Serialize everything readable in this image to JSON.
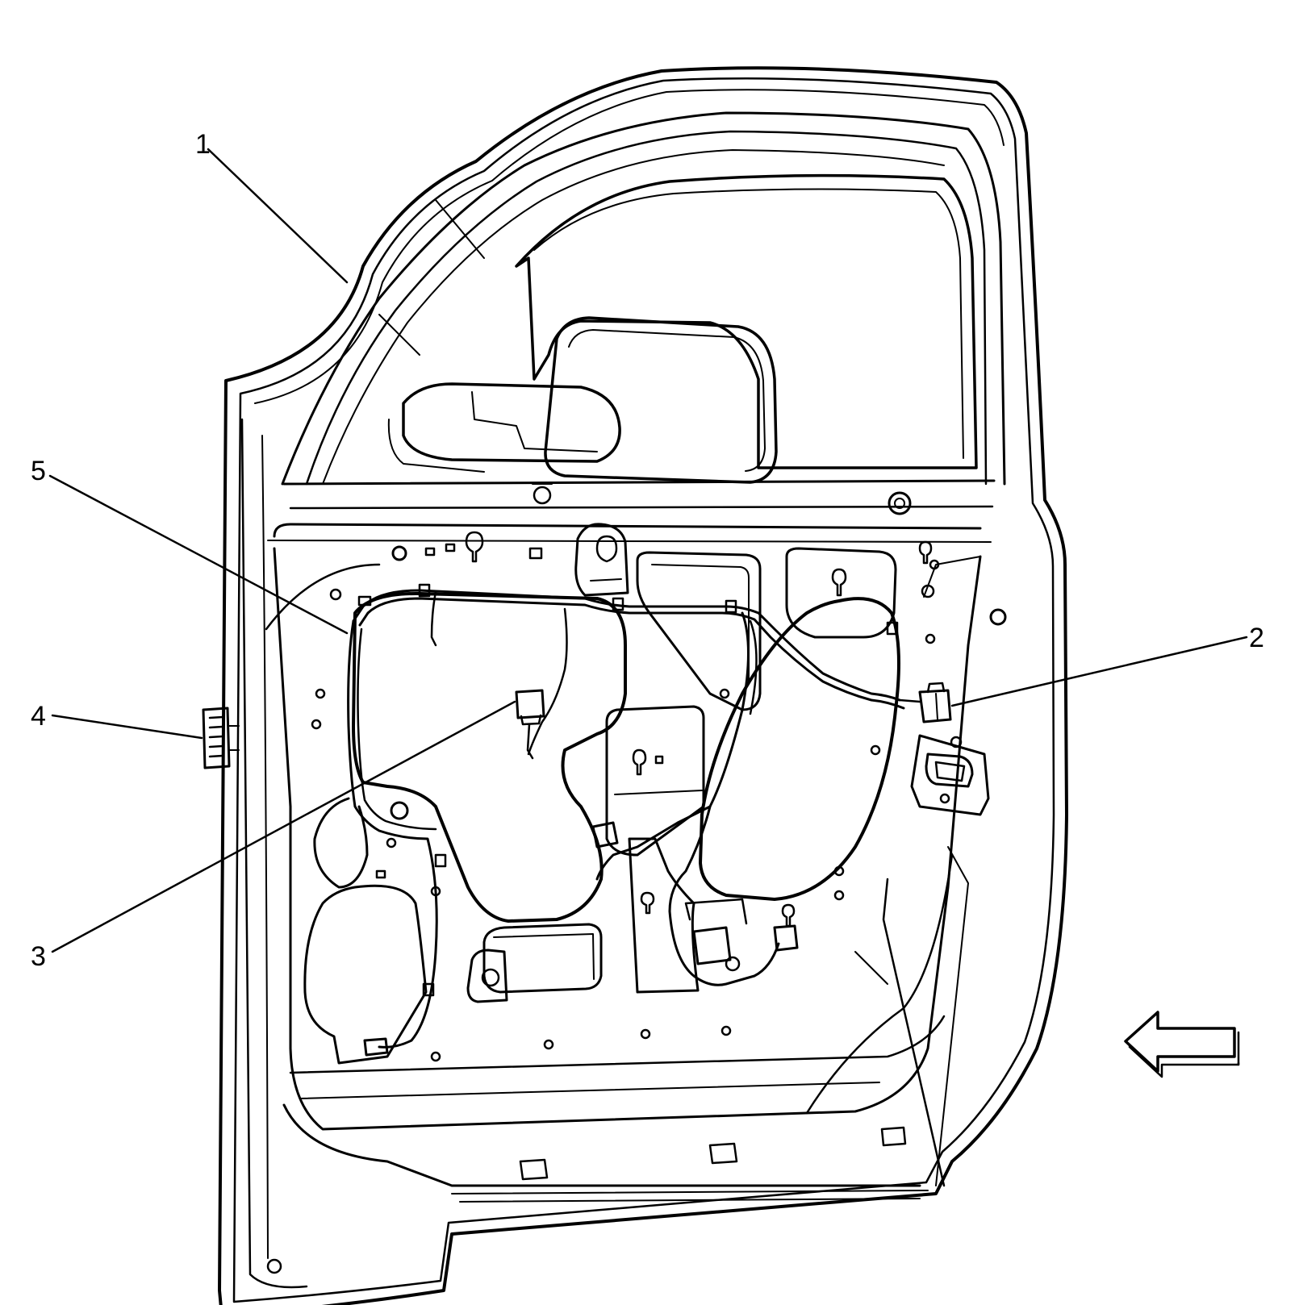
{
  "diagram": {
    "colors": {
      "line": "#000000",
      "background": "#ffffff"
    },
    "callouts": [
      {
        "id": "1",
        "label": "1"
      },
      {
        "id": "2",
        "label": "2"
      },
      {
        "id": "3",
        "label": "3"
      },
      {
        "id": "4",
        "label": "4"
      },
      {
        "id": "5",
        "label": "5"
      }
    ],
    "icons": [
      "direction-arrow-icon"
    ]
  }
}
